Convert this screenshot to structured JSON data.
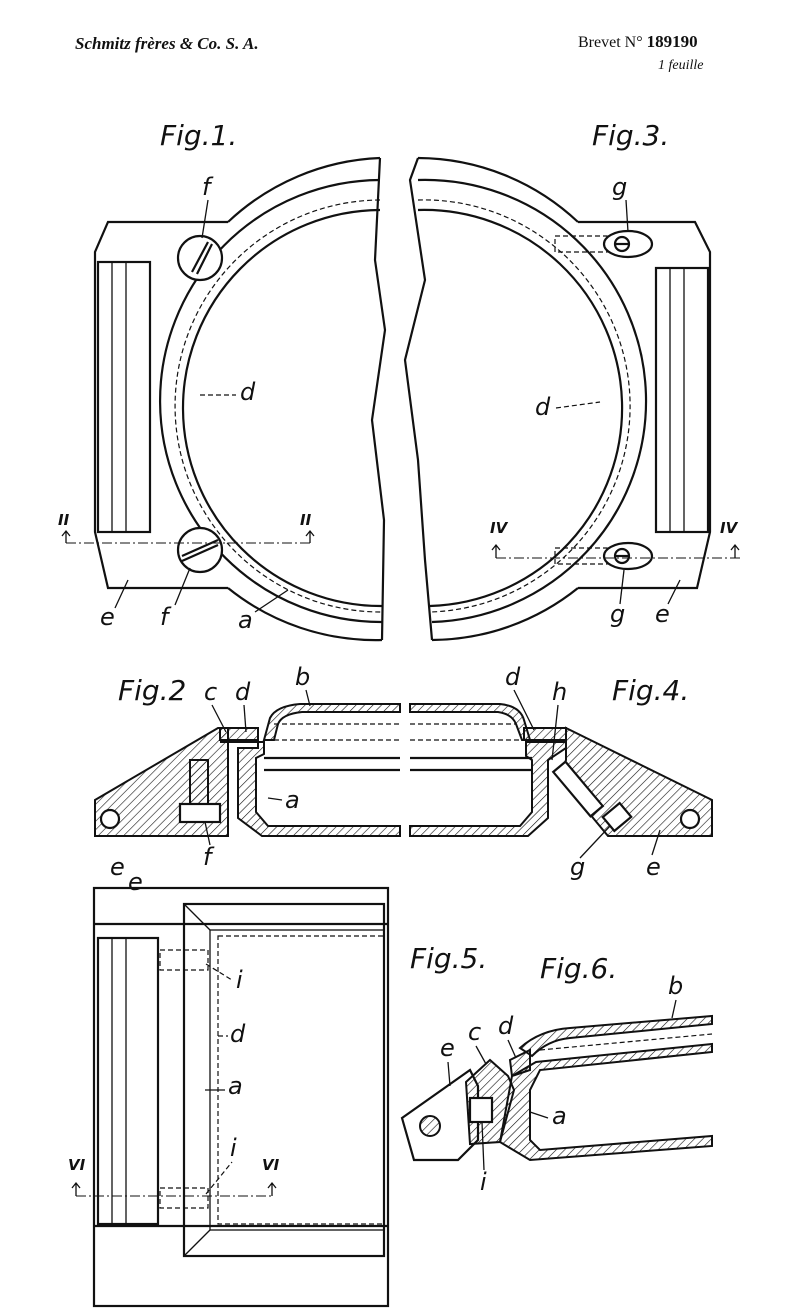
{
  "header": {
    "applicant": "Schmitz frères & Co. S. A.",
    "brevet_prefix": "Brevet N°",
    "brevet_number": "189190",
    "sheets": "1 feuille"
  },
  "figures": {
    "fig1": "Fig.1.",
    "fig2": "Fig.2",
    "fig3": "Fig.3.",
    "fig4": "Fig.4.",
    "fig5": "Fig.5.",
    "fig6": "Fig.6."
  },
  "labels": {
    "a": "a",
    "b": "b",
    "c": "c",
    "d": "d",
    "e": "e",
    "f": "f",
    "g": "g",
    "h": "h",
    "i": "i"
  },
  "section_marks": {
    "II": "II",
    "IV": "IV",
    "VI": "VI"
  }
}
